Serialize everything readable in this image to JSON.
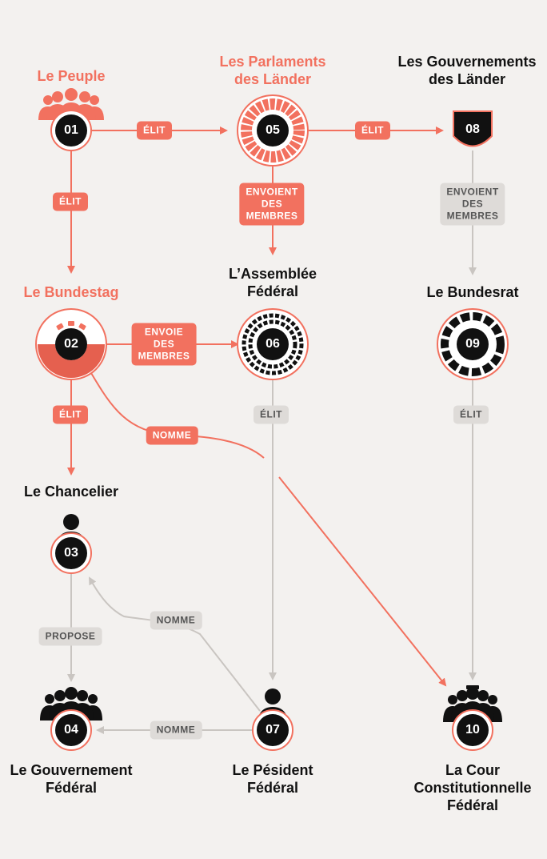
{
  "colors": {
    "accent": "#f2715f",
    "gray": "#c9c5c1",
    "dark": "#111111",
    "background": "#f3f1ef"
  },
  "nodes": {
    "n01": {
      "number": "01",
      "title": "Le Peuple",
      "icon": "people-group-icon"
    },
    "n02": {
      "number": "02",
      "title": "Le Bundestag",
      "icon": "parliament-ring-icon"
    },
    "n03": {
      "number": "03",
      "title": "Le Chancelier",
      "icon": "person-icon"
    },
    "n04": {
      "number": "04",
      "title": "Le Gouvernement\nFédéral",
      "icon": "people-group-icon"
    },
    "n05": {
      "number": "05",
      "title": "Les Parlaments\ndes Länder",
      "icon": "parliament-ring-icon"
    },
    "n06": {
      "number": "06",
      "title": "L’Assemblée\nFédéral",
      "icon": "parliament-ring-icon"
    },
    "n07": {
      "number": "07",
      "title": "Le Pésident\nFédéral",
      "icon": "person-icon"
    },
    "n08": {
      "number": "08",
      "title": "Les Gouvernements\ndes Länder",
      "icon": "shield-icon"
    },
    "n09": {
      "number": "09",
      "title": "Le Bundesrat",
      "icon": "council-ring-icon"
    },
    "n10": {
      "number": "10",
      "title": "La Cour\nConstitutionnelle\nFédéral",
      "icon": "judges-icon"
    }
  },
  "edges": {
    "e01_05": "ÉLIT",
    "e05_08": "ÉLIT",
    "e01_02": "ÉLIT",
    "e05_06": "ENVOIENT\nDES\nMEMBRES",
    "e08_09": "ENVOIENT\nDES\nMEMBRES",
    "e02_06": "ENVOIE\nDES\nMEMBRES",
    "e02_03": "ÉLIT",
    "e02_10": "NOMME",
    "e06_07": "ÉLIT",
    "e09_10": "ÉLIT",
    "e07_03": "NOMME",
    "e03_04": "PROPOSE",
    "e07_04": "NOMME"
  }
}
